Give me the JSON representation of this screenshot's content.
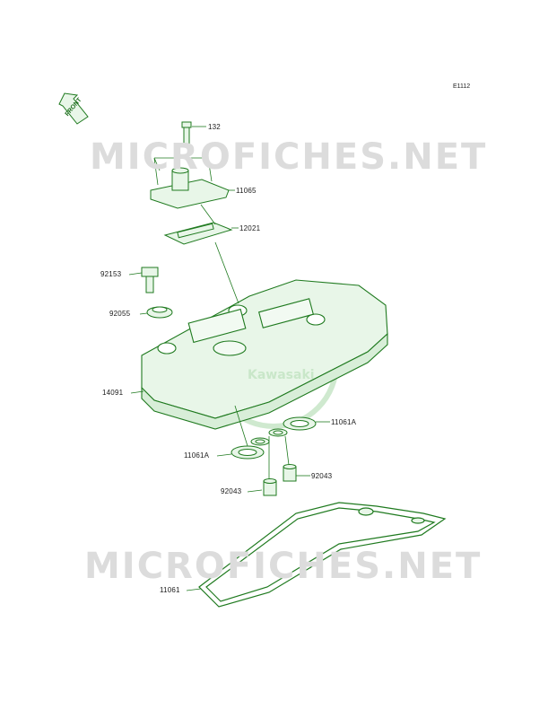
{
  "diagram_code": "E1112",
  "front_label": "FRONT",
  "watermark": "MICROFICHES.NET",
  "logo_text": "Kawasaki",
  "colors": {
    "outline": "#1f7a1f",
    "fill": "#e8f6e8",
    "watermark": "#dcdcdc"
  },
  "parts": [
    {
      "id": "132"
    },
    {
      "id": "11065"
    },
    {
      "id": "12021"
    },
    {
      "id": "92153"
    },
    {
      "id": "92055"
    },
    {
      "id": "14091"
    },
    {
      "id": "11061A"
    },
    {
      "id": "11061A"
    },
    {
      "id": "92043"
    },
    {
      "id": "92043"
    },
    {
      "id": "11061"
    }
  ]
}
